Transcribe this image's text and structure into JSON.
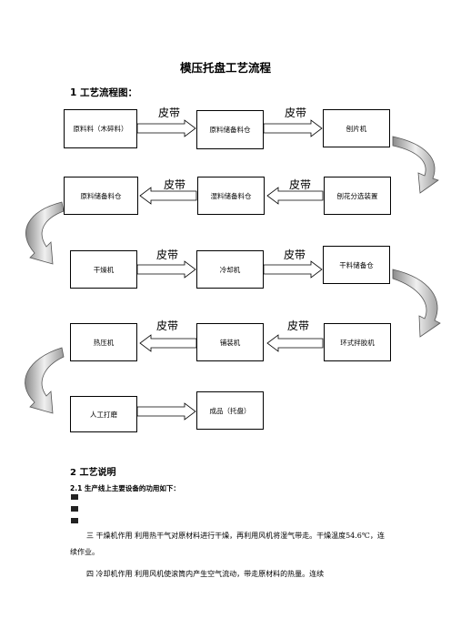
{
  "doc": {
    "title": "模压托盘工艺流程",
    "section1": "1 工艺流程图：",
    "belt_label": "皮带",
    "boxes": {
      "raw_material": "原料料（木碎料）",
      "raw_silo_1": "原料储备料仓",
      "chipper": "刨片机",
      "raw_silo_2": "原料储备料仓",
      "wet_silo": "湿料储备料仓",
      "planer_sorter": "刨花分选装置",
      "dryer": "干燥机",
      "cooler": "冷却机",
      "dry_silo": "干料储备仓",
      "hot_press": "热压机",
      "spreader": "铺装机",
      "ring_blender": "环式拌胶机",
      "manual_sanding": "人工打磨",
      "finished": "成品（托盘）"
    },
    "section2": "2  工艺说明",
    "section2_1_num": "2.1",
    "section2_1_text": "生产线上主要设备的功用如下：",
    "para3": "三  干燥机作用  利用热干气对原材料进行干燥，再利用风机将湿气带走。干燥温度54.6℃，连续作业。",
    "para4": "四  冷却机作用  利用风机使滚筒内产生空气流动，带走原材料的热量。连续"
  }
}
